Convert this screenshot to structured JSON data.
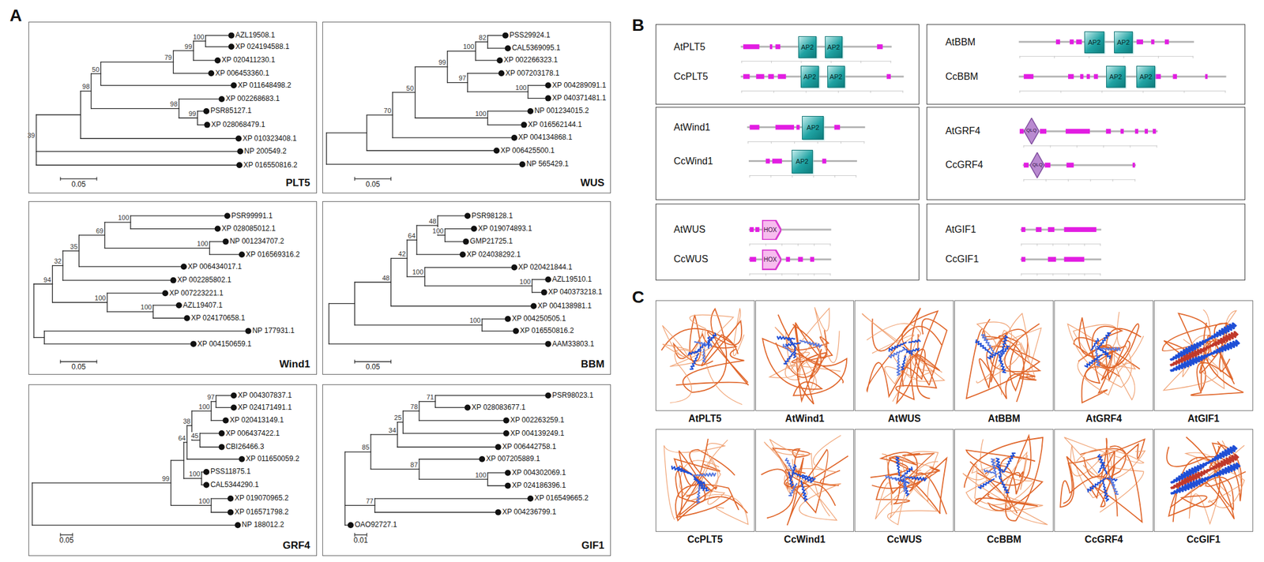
{
  "diagram": {
    "nodes": [
      {
        "text": [
          "PLT5"
        ]
      },
      {
        "text": [
          "WUS"
        ]
      },
      {
        "text": [
          "Wind1"
        ]
      },
      {
        "text": [
          "BBM"
        ]
      },
      {
        "text": [
          "GRF4"
        ]
      },
      {
        "text": [
          "GIF1"
        ]
      },
      {
        "text": [
          "AtPLT5",
          "CcPLT5"
        ]
      },
      {
        "text": [
          "AP2"
        ],
        "in": 6
      },
      {
        "text": [
          "AP2"
        ],
        "in": 6
      },
      {
        "text": [
          "AP2"
        ],
        "in": 6
      },
      {
        "text": [
          "AP2"
        ],
        "in": 6
      },
      {
        "text": [
          "AtBBM",
          "CcBBM"
        ]
      },
      {
        "text": [
          "AP2"
        ],
        "in": 11
      },
      {
        "text": [
          "AP2"
        ],
        "in": 11
      },
      {
        "text": [
          "AP2"
        ],
        "in": 11
      },
      {
        "text": [
          "AP2"
        ],
        "in": 11
      },
      {
        "text": [
          "AtWind1",
          "CcWind1"
        ]
      },
      {
        "text": [
          "AP2"
        ],
        "in": 16
      },
      {
        "text": [
          "AP2"
        ],
        "in": 16
      },
      {
        "text": [
          "AtGRF4",
          "CcGRF4"
        ]
      },
      {
        "text": [
          "QLQ"
        ],
        "in": 19
      },
      {
        "text": [
          "QLQ"
        ],
        "in": 19
      },
      {
        "text": [
          "AtWUS",
          "CcWUS"
        ]
      },
      {
        "text": [
          "HOX"
        ],
        "in": 22
      },
      {
        "text": [
          "HOX"
        ],
        "in": 22
      },
      {
        "text": [
          "AtGIF1",
          "CcGIF1"
        ]
      },
      {
        "text": [
          "AtPLT5"
        ]
      },
      {
        "text": [
          "AtWind1"
        ]
      },
      {
        "text": [
          "AtWUS"
        ]
      },
      {
        "text": [
          "AtBBM"
        ]
      },
      {
        "text": [
          "AtGRF4"
        ]
      },
      {
        "text": [
          "AtGIF1"
        ]
      },
      {
        "text": [
          "CcPLT5"
        ]
      },
      {
        "text": [
          "CcWind1"
        ]
      },
      {
        "text": [
          "CcWUS"
        ]
      },
      {
        "text": [
          "CcBBM"
        ]
      },
      {
        "text": [
          "CcGRF4"
        ]
      },
      {
        "text": [
          "CcGIF1"
        ]
      }
    ],
    "labels": [
      "A",
      "B",
      "C",
      "AZL19508.1",
      "XP 024194588.1",
      "XP 020411230.1",
      "XP 006453360.1",
      "XP 011648498.2",
      "XP 002268683.1",
      "PSR85127.1",
      "XP 028068479.1",
      "XP 010323408.1",
      "NP 200549.2",
      "XP 016550816.2",
      "100",
      "99",
      "79",
      "50",
      "99",
      "98",
      "98",
      "39",
      "0.05",
      "PSS29924.1",
      "CAL5369095.1",
      "XP 002266323.1",
      "XP 007203178.1",
      "XP 004289091.1",
      "XP 040371481.1",
      "NP 001234015.2",
      "XP 016562144.1",
      "XP 004134868.1",
      "XP 006425500.1",
      "NP 565429.1",
      "82",
      "100",
      "100",
      "97",
      "99",
      "100",
      "50",
      "70",
      "0.05",
      "PSR99991.1",
      "XP 028085012.1",
      "NP 001234707.2",
      "XP 016569316.2",
      "XP 006434017.1",
      "XP 002285802.1",
      "XP 007223221.1",
      "AZL19407.1",
      "XP 024170658.1",
      "NP 177931.1",
      "XP 004150659.1",
      "100",
      "100",
      "69",
      "35",
      "32",
      "100",
      "100",
      "94",
      "0.05",
      "PSR98128.1",
      "XP 019074893.1",
      "GMP21725.1",
      "XP 024038292.1",
      "XP 020421844.1",
      "AZL19510.1",
      "XP 040373218.1",
      "XP 004138981.1",
      "XP 004250505.1",
      "XP 016550816.2",
      "AAM33803.1",
      "100",
      "48",
      "64",
      "100",
      "100",
      "42",
      "48",
      "100",
      "0.05",
      "XP 004307837.1",
      "XP 024171491.1",
      "XP 020413149.1",
      "XP 006437422.1",
      "CBI26466.3",
      "XP 011650059.2",
      "PSS11875.1",
      "CAL5344290.1",
      "XP 019070965.2",
      "XP 016571798.2",
      "NP 188012.2",
      "97",
      "100",
      "45",
      "38",
      "64",
      "100",
      "100",
      "99",
      "0.05",
      "PSR98023.1",
      "XP 028083677.1",
      "XP 002263259.1",
      "XP 004139249.1",
      "XP 006442758.1",
      "XP 007205889.1",
      "XP 004302069.1",
      "XP 024186396.1",
      "XP 016549665.2",
      "XP 004236799.1",
      "OAO92727.1",
      "71",
      "78",
      "25",
      "34",
      "100",
      "87",
      "85",
      "77",
      "0.01"
    ]
  }
}
